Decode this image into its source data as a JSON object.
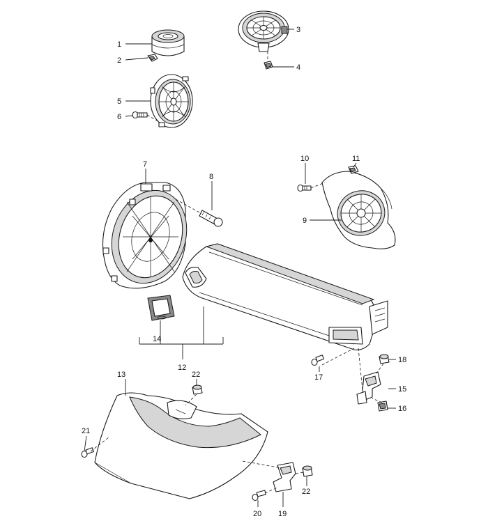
{
  "labels": {
    "l1": "1",
    "l2": "2",
    "l3": "3",
    "l4": "4",
    "l5": "5",
    "l6": "6",
    "l7": "7",
    "l8": "8",
    "l9": "9",
    "l10": "10",
    "l11": "11",
    "l12": "12",
    "l13": "13",
    "l14": "14",
    "l15": "15",
    "l16": "16",
    "l17": "17",
    "l18": "18",
    "l19": "19",
    "l20": "20",
    "l21": "21",
    "l22a": "22",
    "l22b": "22"
  }
}
